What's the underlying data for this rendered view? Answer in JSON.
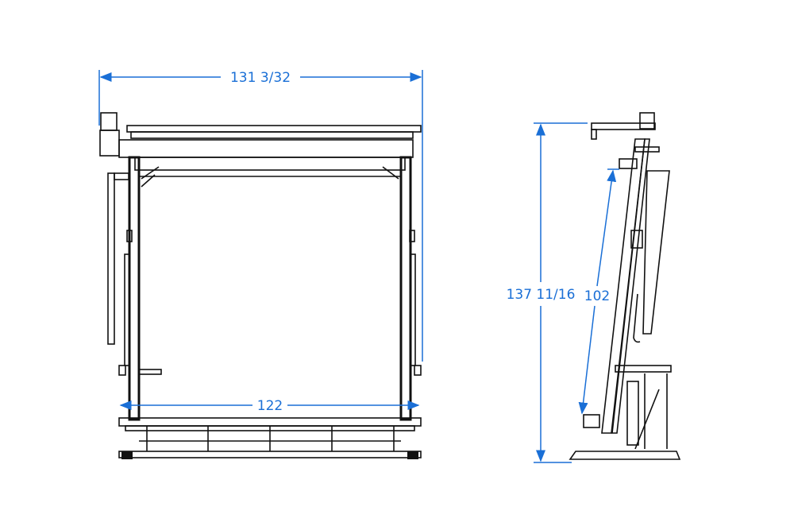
{
  "dimensions": {
    "front_overall_width": "131 3/32",
    "front_inner_width": "122",
    "side_overall_height": "137 11/16",
    "side_inner_length": "102"
  },
  "colors": {
    "dimension": "#1a6fd6",
    "lines": "#111111"
  }
}
